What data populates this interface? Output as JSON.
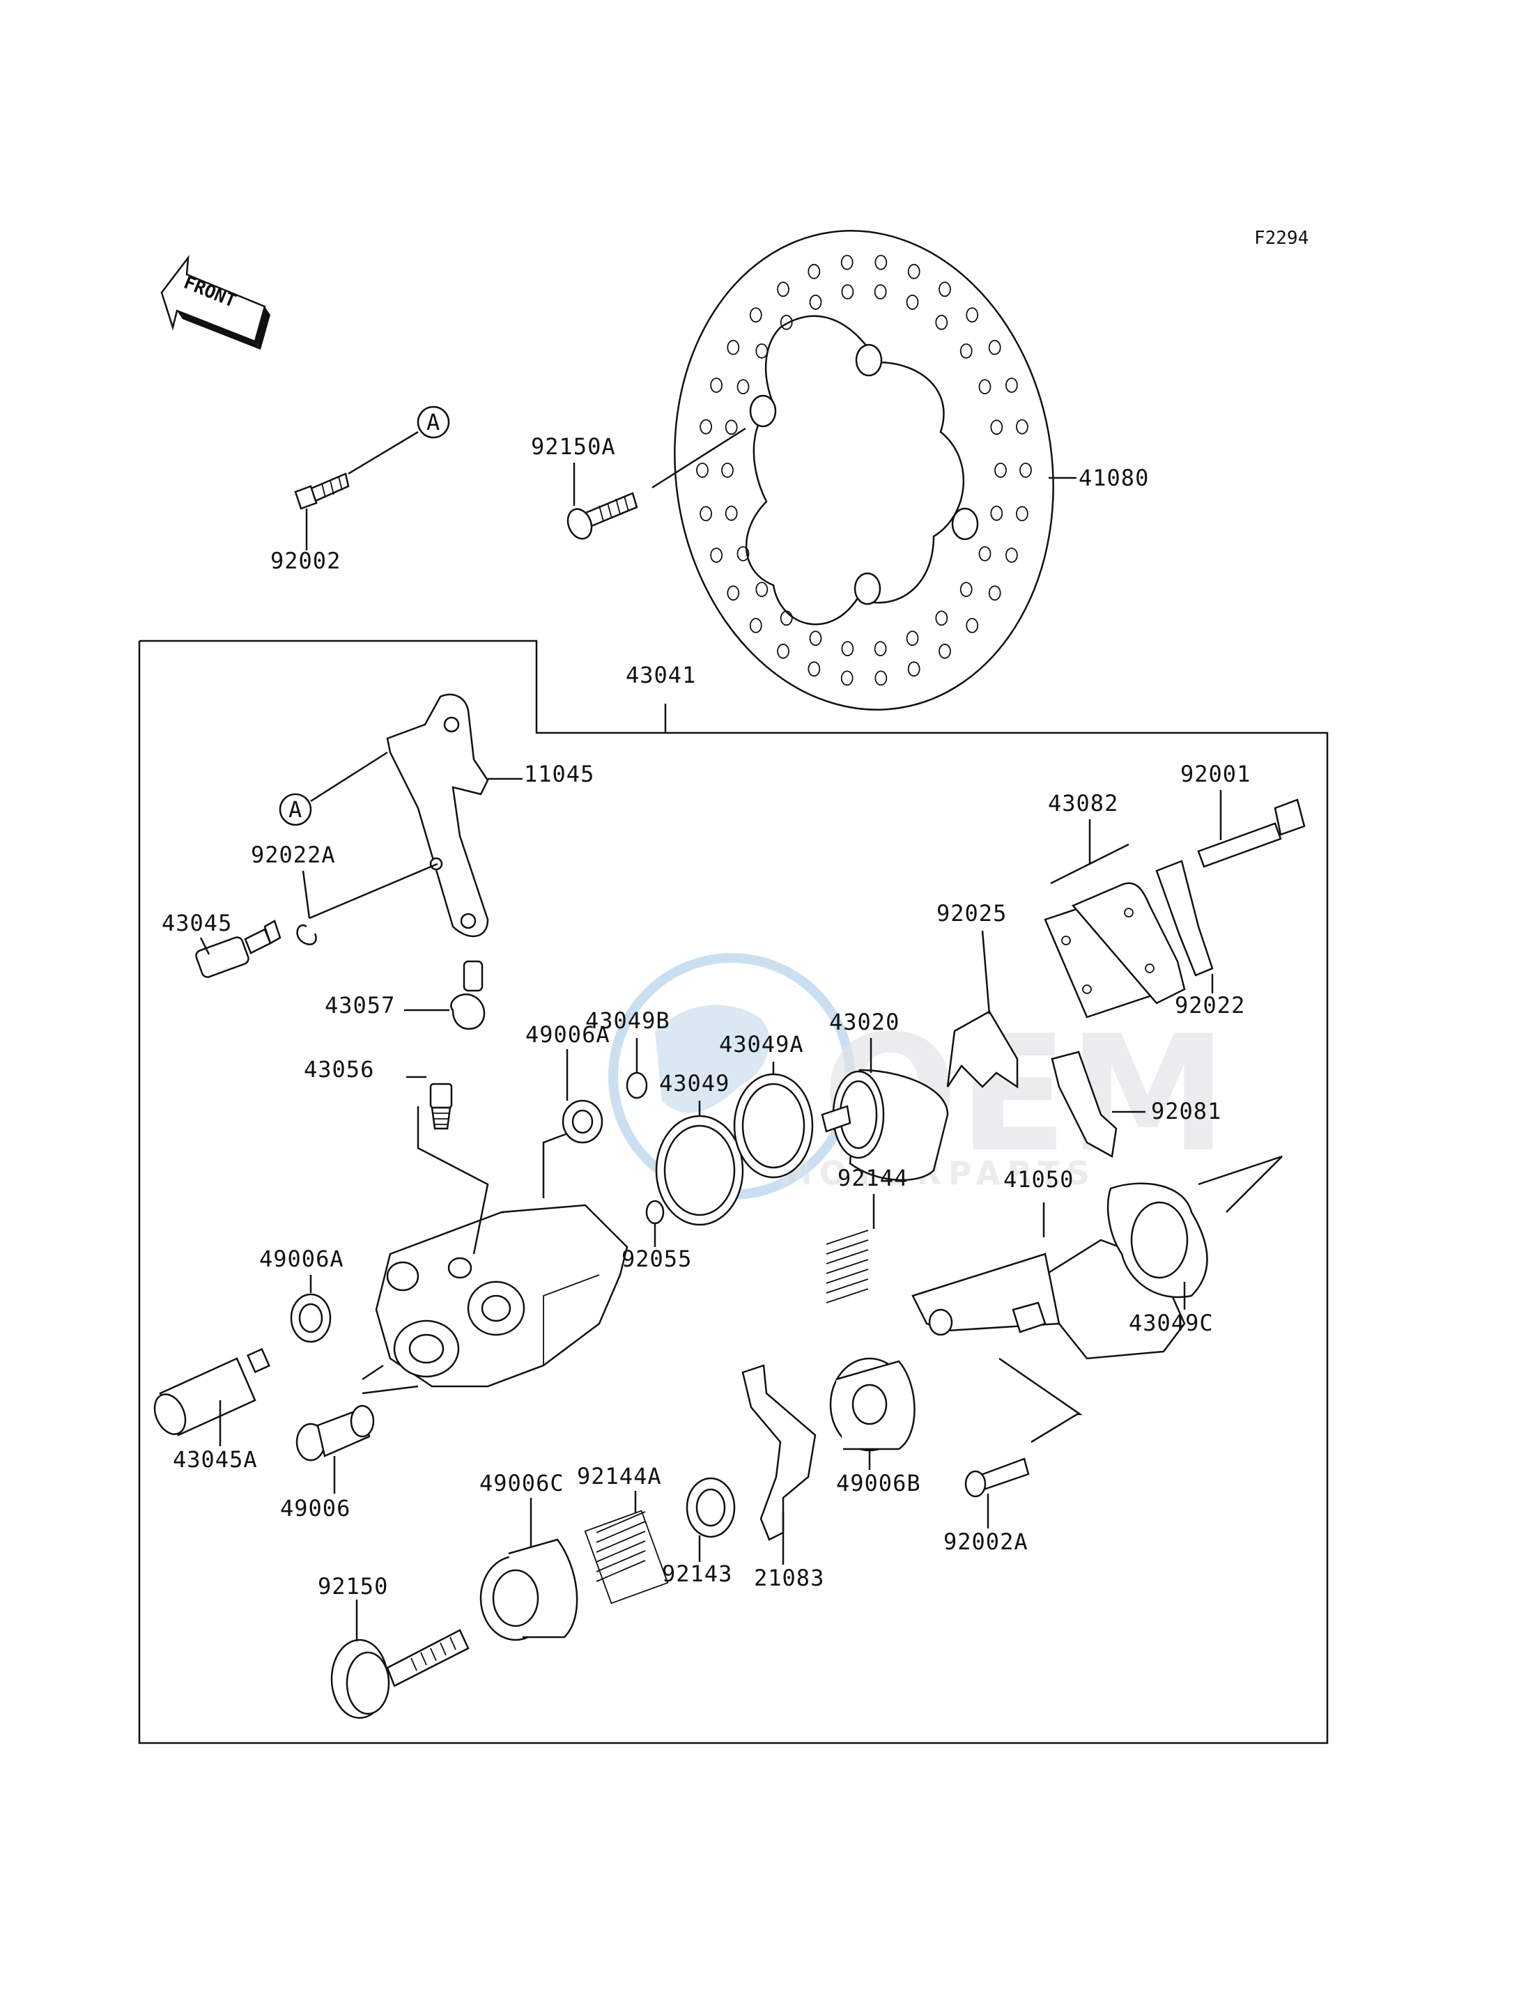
{
  "diagram_code": "F2294",
  "front_arrow_label": "FRONT",
  "watermark": {
    "brand": "OEM",
    "sub": "MOTORPARTS"
  },
  "callouts": {
    "ref_a_top": "A",
    "ref_a_bottom": "A"
  },
  "parts": {
    "p41080": "41080",
    "p92150A": "92150A",
    "p92002": "92002",
    "p43041": "43041",
    "p11045": "11045",
    "p92022A": "92022A",
    "p43045": "43045",
    "p43057": "43057",
    "p43056": "43056",
    "p43049B": "43049B",
    "p49006A_top": "49006A",
    "p43049A": "43049A",
    "p43049": "43049",
    "p43020": "43020",
    "p43082": "43082",
    "p92025": "92025",
    "p92001": "92001",
    "p92022": "92022",
    "p92081": "92081",
    "p92144": "92144",
    "p41050": "41050",
    "p92055": "92055",
    "p49006A_bottom": "49006A",
    "p43049C": "43049C",
    "p43045A": "43045A",
    "p49006": "49006",
    "p49006B": "49006B",
    "p92002A": "92002A",
    "p92144A": "92144A",
    "p49006C": "49006C",
    "p92143": "92143",
    "p21083": "21083",
    "p92150": "92150"
  }
}
